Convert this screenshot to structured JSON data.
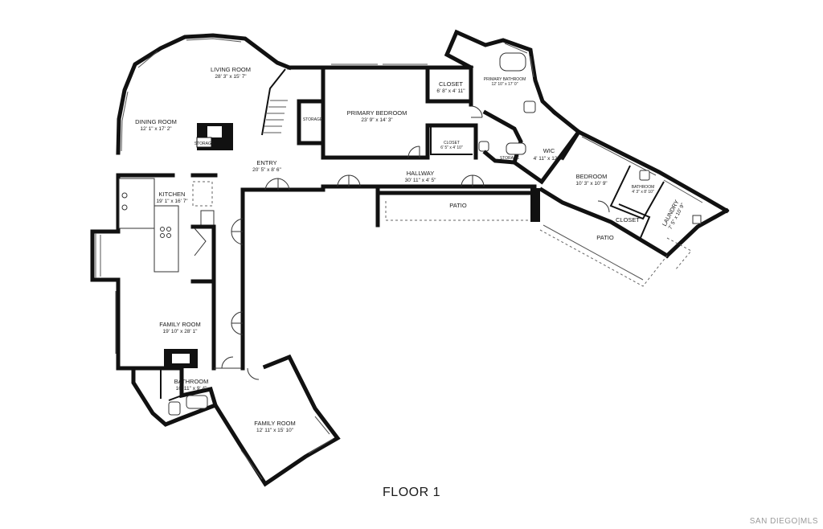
{
  "floor_title": "FLOOR 1",
  "watermark": "SAN DIEGO|MLS",
  "rooms": {
    "living_room": {
      "name": "LIVING ROOM",
      "dims": "28' 3\" x 15' 7\""
    },
    "dining_room": {
      "name": "DINING ROOM",
      "dims": "12' 1\" x 17' 2\""
    },
    "kitchen": {
      "name": "KITCHEN",
      "dims": "19' 1\" x 16' 7\""
    },
    "entry": {
      "name": "ENTRY",
      "dims": "20' 5\" x 8' 6\""
    },
    "storage_stairs": {
      "name": "STORAGE"
    },
    "storage_fireplace": {
      "name": "STORAGE"
    },
    "primary_bedroom": {
      "name": "PRIMARY BEDROOM",
      "dims": "23' 9\" x 14' 3\""
    },
    "closet_1": {
      "name": "CLOSET",
      "dims": "6' 8\" x 4' 11\""
    },
    "closet_2": {
      "name": "CLOSET",
      "dims": "6' 5\" x 4' 10\""
    },
    "primary_bathroom": {
      "name": "PRIMARY BATHROOM",
      "dims": "12' 10\" x 17' 0\""
    },
    "storage_bath": {
      "name": "STORAGE"
    },
    "wic": {
      "name": "WIC",
      "dims": "4' 11\" x 12' 0\""
    },
    "hallway": {
      "name": "HALLWAY",
      "dims": "30' 11\" x 4' 5\""
    },
    "patio_center": {
      "name": "PATIO"
    },
    "bedroom": {
      "name": "BEDROOM",
      "dims": "10' 3\" x 10' 9\""
    },
    "bathroom_small": {
      "name": "BATHROOM",
      "dims": "4' 3\" x 8' 10\""
    },
    "closet_3": {
      "name": "CLOSET"
    },
    "laundry": {
      "name": "LAUNDRY",
      "dims": "7' 5\" x 10' 9\""
    },
    "patio_east": {
      "name": "PATIO"
    },
    "family_room_main": {
      "name": "FAMILY ROOM",
      "dims": "19' 10\" x 28' 1\""
    },
    "bathroom": {
      "name": "BATHROOM",
      "dims": "10' 11\" x 9' 4\""
    },
    "family_room_south": {
      "name": "FAMILY ROOM",
      "dims": "12' 11\" x 15' 10\""
    }
  }
}
